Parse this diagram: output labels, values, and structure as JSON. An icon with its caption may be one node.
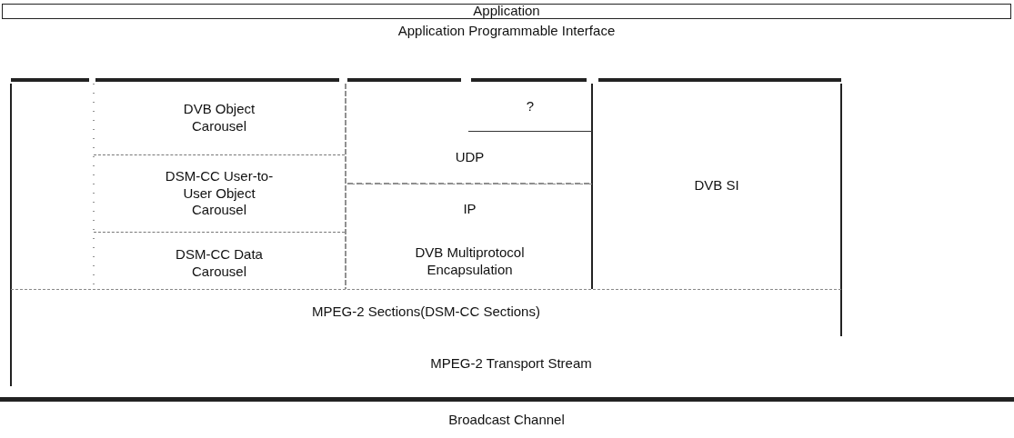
{
  "diagram": {
    "nodes": [
      {
        "text": [
          "Application"
        ]
      },
      {
        "text": [
          "DVB Object Carousel"
        ]
      },
      {
        "text": [
          "DSM-CC User-to-User Object Carousel"
        ]
      },
      {
        "text": [
          "DSM-CC Data Carousel"
        ]
      },
      {
        "text": [
          "?"
        ]
      },
      {
        "text": [
          "UDP"
        ]
      },
      {
        "text": [
          "IP"
        ]
      },
      {
        "text": [
          "DVB Multiprotocol Encapsulation"
        ]
      },
      {
        "text": [
          "DVB SI"
        ]
      },
      {
        "text": [
          "MPEG-2 Sections(DSM-CC Sections)"
        ]
      },
      {
        "text": [
          "MPEG-2 Transport Stream"
        ]
      }
    ],
    "labels": [
      "Application Programmable Interface",
      "Broadcast Channel"
    ]
  }
}
